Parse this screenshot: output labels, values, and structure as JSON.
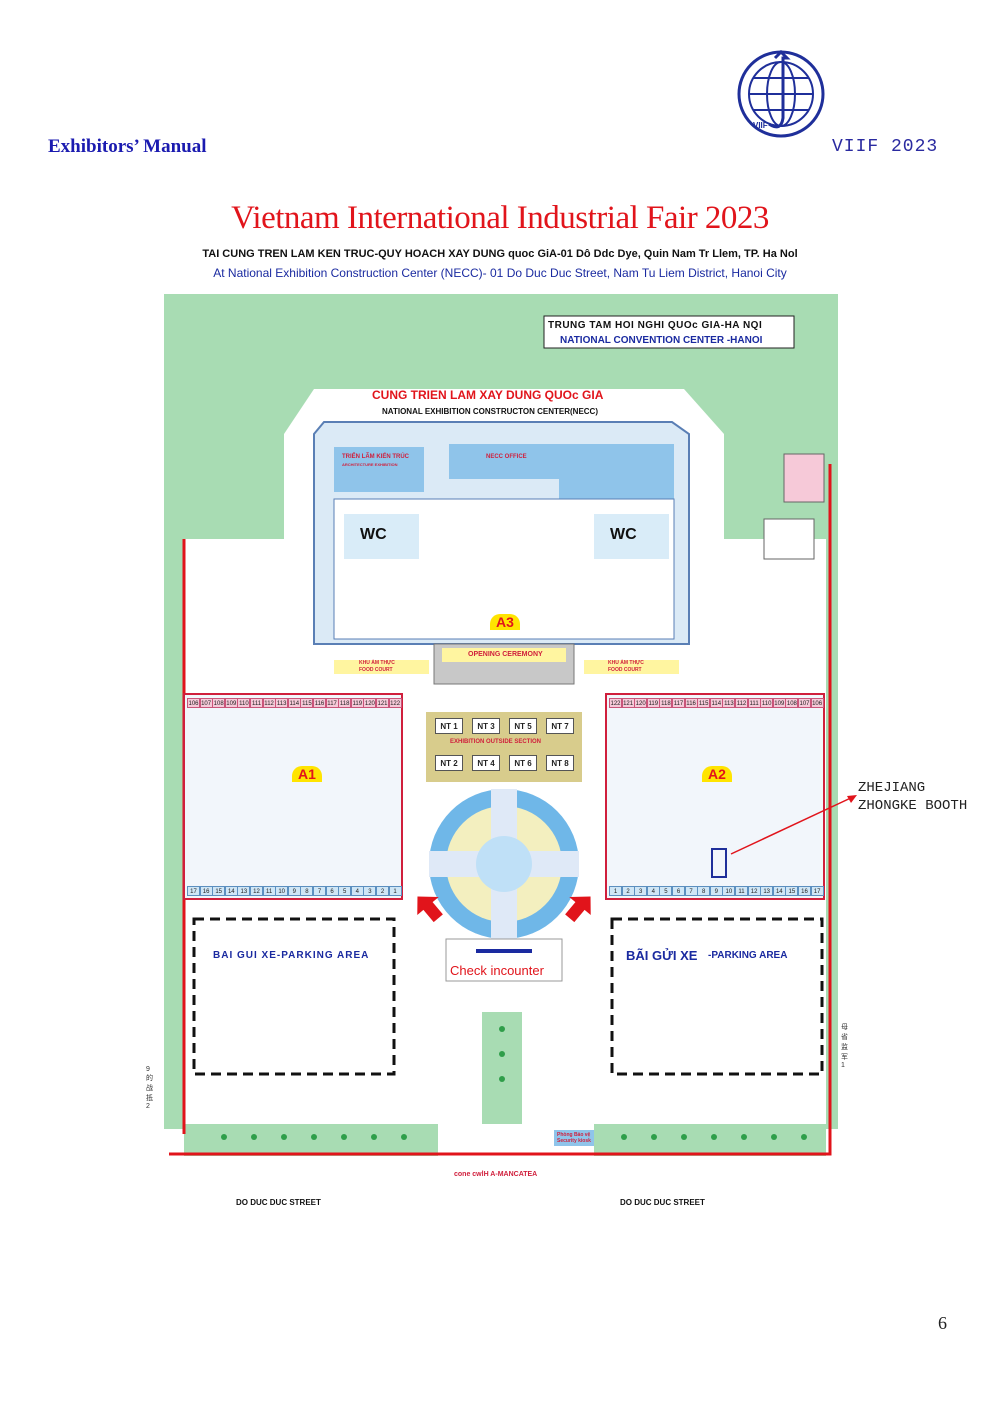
{
  "header": {
    "manual_title": "Exhibitors’ Manual",
    "event_code": "VIIF 2023",
    "logo_text": "VIIF"
  },
  "map": {
    "title": "Vietnam International Industrial Fair 2023",
    "venue_vn": "TAI CUNG TREN LAM KEN TRUC-QUY HOACH XAY DUNG quoc GiA-01 Dô Ddc Dye, Quin Nam Tr Llem, TP. Ha Nol",
    "venue_en_prefix": "At",
    "venue_en": "National Exhibition Construction Center (NECC)- 01 Do Duc Duc Street, Nam Tu Liem District, Hanoi City",
    "convention_vn": "TRUNG TAM HOI NGHI QUOc GIA-HA NQI",
    "convention_en": "NATIONAL CONVENTION CENTER -HANOI",
    "necc_vn": "CUNG TRIEN LAM XAY DUNG QUOc GIA",
    "necc_en": "NATIONAL EXHIBITION CONSTRUCTON CENTER(NECC)",
    "arch_exhibition": "TRIỂN LÃM KIẾN TRÚC",
    "arch_exhibition_en": "ARCHITECTURE EXHIBITION",
    "necc_office": "NECC OFFICE",
    "wc": "WC",
    "opening_ceremony": "OPENING CEREMONY",
    "food_court_vn": "KHU ẨM THỰC",
    "food_court_en": "FOOD COURT",
    "hall_a1": "A1",
    "hall_a2": "A2",
    "hall_a3": "A3",
    "outside_booths": [
      "NT 1",
      "NT 3",
      "NT 5",
      "NT 7",
      "NT 2",
      "NT 4",
      "NT 6",
      "NT 8"
    ],
    "outside_section": "EXHIBITION OUTSIDE SECTION",
    "checkin": "Check incounter",
    "parking_left": "BAI GUI XE-PARKING AREA",
    "parking_right_vn": "BÃI GỬI XE",
    "parking_right_en": "-PARKING AREA",
    "street_left": "DO DUC DUC STREET",
    "street_right": "DO DUC DUC STREET",
    "main_gate": "cone cwlH A-MANCATEA",
    "security": "Phòng Bảo vệ",
    "security_en": "Security kiosk",
    "gate_right_text": "母省监军 1",
    "gate_left_text": "9 的 战 抵 2",
    "a1_top_row": [
      "106",
      "107",
      "108",
      "109",
      "110",
      "111",
      "112",
      "113",
      "114",
      "115",
      "116",
      "117",
      "118",
      "119",
      "120",
      "121",
      "122"
    ],
    "a2_top_row": [
      "122",
      "121",
      "120",
      "119",
      "118",
      "117",
      "116",
      "115",
      "114",
      "113",
      "112",
      "111",
      "110",
      "109",
      "108",
      "107",
      "106"
    ],
    "a1_bottom_row": [
      "17",
      "16",
      "15",
      "14",
      "13",
      "12",
      "11",
      "10",
      "9",
      "8",
      "7",
      "6",
      "5",
      "4",
      "3",
      "2",
      "1"
    ],
    "a2_bottom_row": [
      "1",
      "2",
      "3",
      "4",
      "5",
      "6",
      "7",
      "8",
      "9",
      "10",
      "11",
      "12",
      "13",
      "14",
      "15",
      "16",
      "17"
    ]
  },
  "callout": {
    "line1": "ZHEJIANG",
    "line2": "ZHONGKE BOOTH"
  },
  "page": {
    "number": "6"
  },
  "colors": {
    "accent_red": "#e1141b",
    "header_blue": "#1b1bb0",
    "lawn_green": "#a8dcb3",
    "booth_pink": "#f6c9d8",
    "booth_blue": "#cfe6f6"
  }
}
